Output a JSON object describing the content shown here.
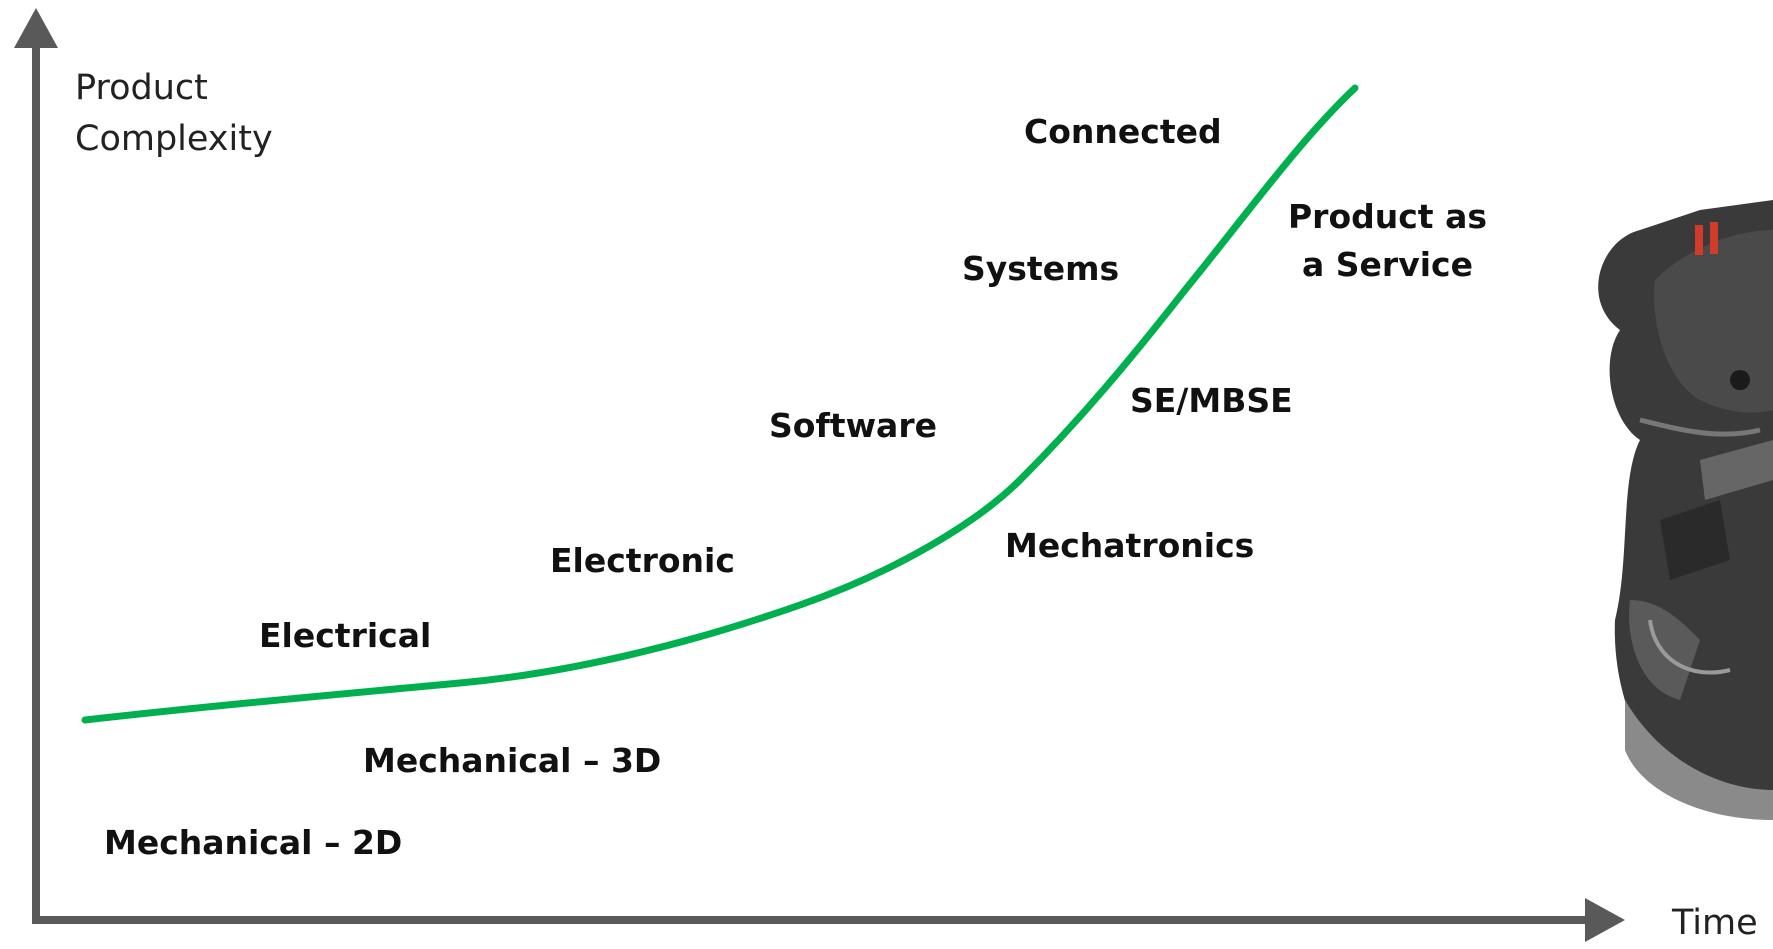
{
  "axes": {
    "y_label_line1": "Product",
    "y_label_line2": "Complexity",
    "x_label": "Time"
  },
  "curve_color": "#00b04f",
  "axis_color": "#595959",
  "labels": {
    "connected": "Connected",
    "product_service_line1": "Product as",
    "product_service_line2": "a Service",
    "systems": "Systems",
    "se_mbse": "SE/MBSE",
    "software": "Software",
    "mechatronics": "Mechatronics",
    "electronic": "Electronic",
    "electrical": "Electrical",
    "mechanical_3d": "Mechanical – 3D",
    "mechanical_2d": "Mechanical – 2D"
  },
  "image": {
    "icon": "engine-photo"
  }
}
